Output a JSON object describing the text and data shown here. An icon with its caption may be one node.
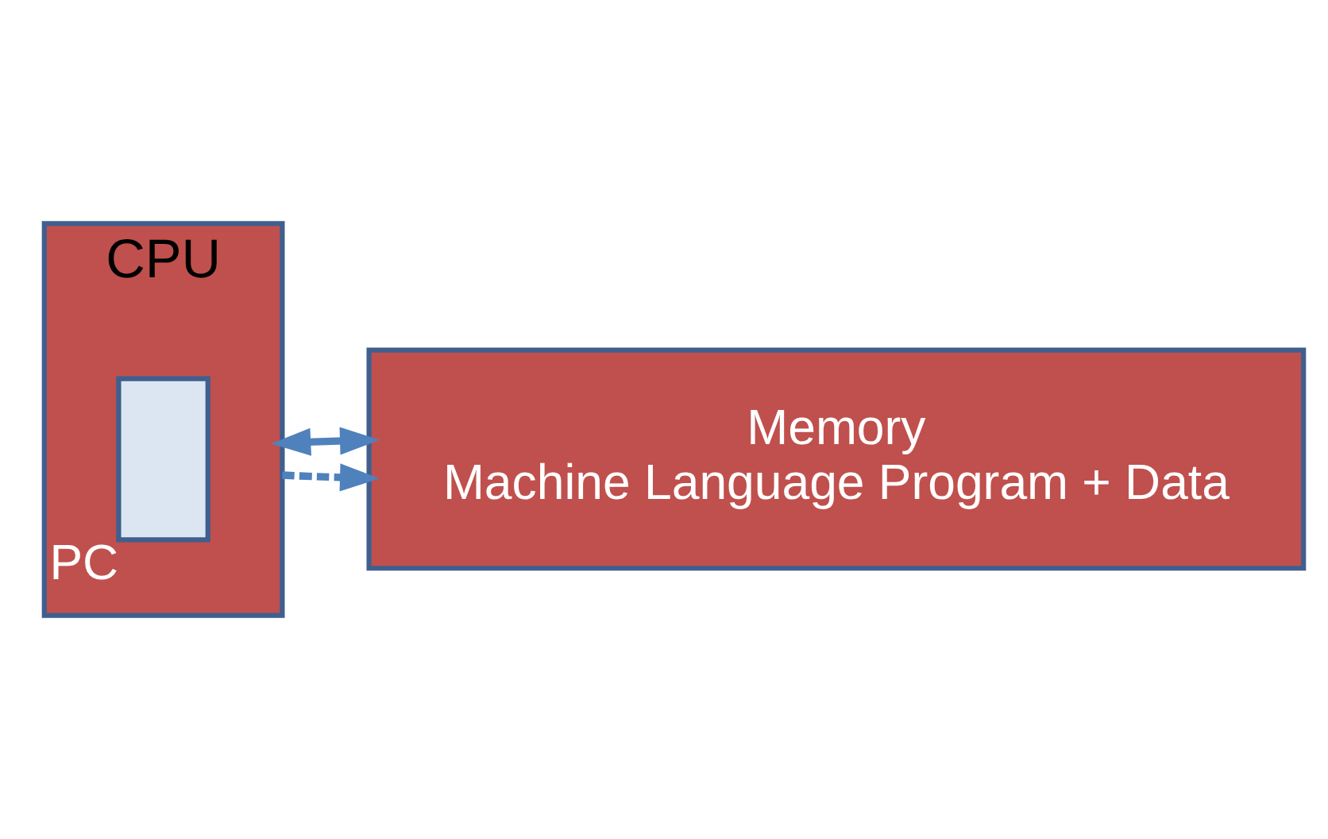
{
  "diagram": {
    "nodes": [
      {
        "text": [
          "CPU"
        ]
      },
      {
        "text": [],
        "shape": "box",
        "in": 0,
        "beside": [
          "PC"
        ]
      },
      {
        "text": [
          "Memory",
          "Machine Language Program + Data"
        ]
      }
    ],
    "edges": [
      {
        "from": 0,
        "to": 2,
        "arrow": "to",
        "style": "dashed"
      },
      {
        "from": 0,
        "to": 2,
        "arrow": "both"
      }
    ]
  }
}
